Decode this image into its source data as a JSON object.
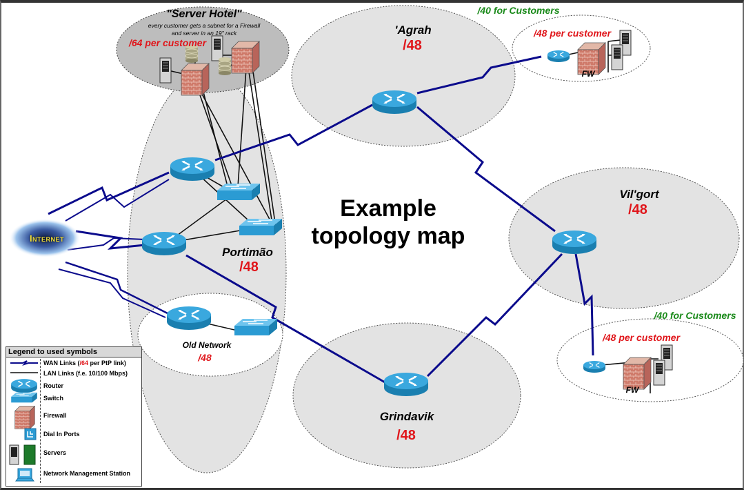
{
  "title": {
    "line1": "Example",
    "line2": "topology map"
  },
  "internet": {
    "label": "Internet"
  },
  "server_hotel": {
    "title": "\"Server Hotel\"",
    "subtitle_line1": "every customer gets a subnet for a Firewall",
    "subtitle_line2": "and server in an 19\" rack",
    "prefix": "/64 per customer"
  },
  "sites": [
    {
      "name": "Portimão",
      "prefix": "/48"
    },
    {
      "name": "'Agrah",
      "prefix": "/48"
    },
    {
      "name": "Vil'gort",
      "prefix": "/48"
    },
    {
      "name": "Grindavik",
      "prefix": "/48"
    },
    {
      "name": "Old Network",
      "prefix": "/48"
    }
  ],
  "customers_top": {
    "allocation": "/40 for Customers",
    "per_customer": "/48 per customer",
    "fw_label": "FW"
  },
  "customers_bottom": {
    "allocation": "/40 for Customers",
    "per_customer": "/48 per customer",
    "fw_label": "FW"
  },
  "legend": {
    "heading": "Legend to used symbols",
    "items": [
      {
        "label_pre": "WAN Links (",
        "label_red": "/64",
        "label_post": " per PtP link)",
        "icon": "wan-link-icon"
      },
      {
        "label": "LAN Links (f.e. 10/100 Mbps)",
        "icon": "lan-link-icon"
      },
      {
        "label": "Router",
        "icon": "router-icon"
      },
      {
        "label": "Switch",
        "icon": "switch-icon"
      },
      {
        "label": "Firewall",
        "icon": "firewall-icon"
      },
      {
        "label": "Dial In Ports",
        "icon": "dial-in-icon"
      },
      {
        "label": "Servers",
        "icon": "server-icon"
      },
      {
        "label": "Network Management Station",
        "icon": "nms-icon"
      }
    ]
  },
  "colors": {
    "prefix_red": "#e0161b",
    "customer_green": "#1a8a1a",
    "wan_blue": "#0b0b8c",
    "region_gray": "#e3e3e3",
    "hotel_gray": "#bdbdbd",
    "device_blue": "#2b9bd3"
  }
}
